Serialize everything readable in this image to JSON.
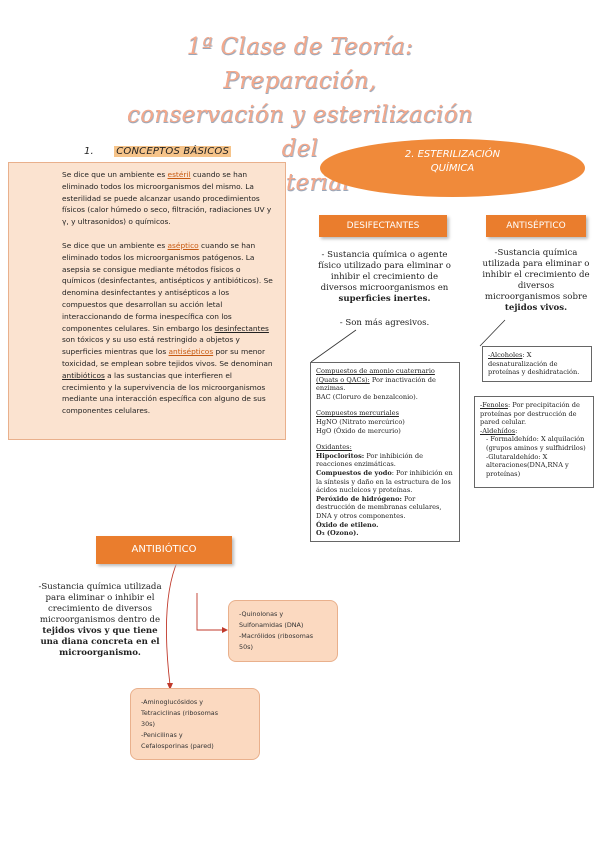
{
  "title": {
    "line1": "1ª Clase de Teoría: Preparación,",
    "line2": "conservación y esterilización del",
    "line3": "material"
  },
  "concepts": {
    "heading_num": "1.",
    "heading_text": "CONCEPTOS BÁSICOS",
    "p1_a": "Se dice que un ambiente es ",
    "p1_kw": "estéril",
    "p1_b": " cuando se han eliminado todos los microorganismos del mismo. La esterilidad se puede alcanzar usando procedimientos físicos (calor húmedo o seco, filtración, radiaciones UV y γ, y ultrasonidos) o químicos.",
    "p2_a": "Se dice que un ambiente es ",
    "p2_kw": "aséptico",
    "p2_b": " cuando se han eliminado todos los microorganismos patógenos. La asepsia se consigue mediante métodos físicos o químicos (desinfectantes, antisépticos y antibióticos). Se denomina desinfectantes y antisépticos a los compuestos que desarrollan su acción letal interaccionando de forma inespecífica con los componentes celulares. Sin embargo los ",
    "p2_kw2": "desinfectantes",
    "p2_c": " son tóxicos y su uso está restringido a objetos y superficies mientras que los ",
    "p2_kw3": "antisépticos",
    "p2_d": " por su menor toxicidad, se emplean sobre tejidos vivos. Se denominan ",
    "p2_kw4": "antibióticos",
    "p2_e": " a las sustancias que interfieren el crecimiento y la supervivencia de los microorganismos mediante una interacción específica con alguno de sus componentes celulares."
  },
  "chem": {
    "line1": "2. ESTERILIZACIÓN",
    "line2": "QUÍMICA"
  },
  "desinfectantes": {
    "label": "DESIFECTANTES",
    "desc_a": "- Sustancia química o agente físico utilizado para eliminar o inhibir el crecimiento de diversos microorganismos en ",
    "desc_b": "superficies inertes.",
    "desc2": "- Son más agresivos.",
    "list": {
      "q_title": "Compuestos de amonio cuaternario (Quats o QACs):",
      "q_text": " Por inactivación de enzimas.",
      "q_bac": "BAC (Cloruro de benzalconio).",
      "m_title": "Compuestos mercuriales",
      "m_1": "HgNO (Nitrato mercúrico)",
      "m_2": "HgO (Óxido de mercurio)",
      "o_title": "Oxidantes:",
      "o_h_b": "Hipocloritos:",
      "o_h": " Por inhibición de reacciones enzimáticas.",
      "o_y_b": "Compuestos de yodo",
      "o_y": ": Por inhibición en la síntesis y daño en la estructura de los ácidos nucleicos y proteínas.",
      "o_p_b": "Peróxido de hidrógeno:",
      "o_p": " Por destrucción de membranas celulares, DNA y otros componentes.",
      "o_e": "Óxido de etileno.",
      "o_o": "O₃ (Ozono)."
    }
  },
  "antiseptico": {
    "label": "ANTISÉPTICO",
    "desc_a": "-Sustancia química utilizada para eliminar o inhibir el crecimiento de diversos microorganismos sobre ",
    "desc_b": "tejidos vivos.",
    "box1_u": "-Alcoholes",
    "box1": ": X desnaturalización de proteínas y deshidratación.",
    "box2_u": "-Fenoles",
    "box2": ": Por precipitación de proteínas por destrucción de pared celular.",
    "box2_a_u": "-Aldehídos",
    "box2_a": ":",
    "box2_f": "- Formaldehído: X alquilación (grupos aminos y sulfhidrilos)",
    "box2_g": "-Glutaraldehído: X alteraciones(DNA,RNA y proteínas)"
  },
  "antibiotico": {
    "label": "ANTIBIÓTICO",
    "desc_a": "-Sustancia química utilizada para eliminar o inhibir el crecimiento de diversos microorganismos dentro de ",
    "desc_b": "tejidos vivos y que tiene una diana concreta en el microorganismo.",
    "box1_1": "-Quinolonas y",
    "box1_2": "Sulfonamidas (DNA)",
    "box1_3": "-Macrólidos (ribosomas",
    "box1_4": "50s)",
    "box2_1": "-Aminoglucósidos y",
    "box2_2": "Tetraciclinas (ribosomas",
    "box2_3": "30s)",
    "box2_4": "-Penicilinas y",
    "box2_5": "Cefalosporinas (pared)"
  }
}
